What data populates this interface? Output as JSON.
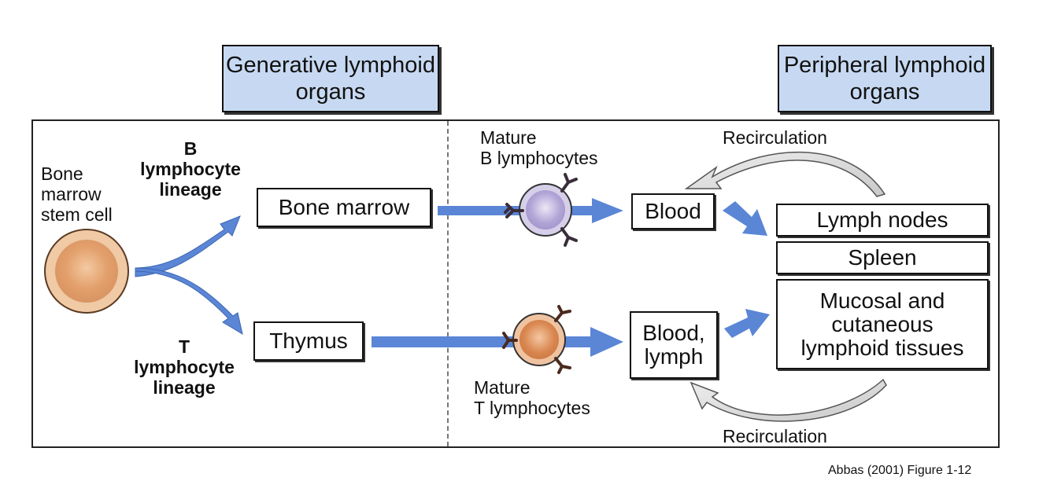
{
  "headers": {
    "generative": "Generative lymphoid organs",
    "peripheral": "Peripheral lymphoid organs"
  },
  "left": {
    "stem_cell_label": [
      "Bone",
      "marrow",
      "stem cell"
    ],
    "b_lineage": [
      "B",
      "lymphocyte",
      "lineage"
    ],
    "t_lineage": [
      "T",
      "lymphocyte",
      "lineage"
    ]
  },
  "boxes": {
    "bone_marrow": "Bone marrow",
    "thymus": "Thymus",
    "blood": "Blood",
    "blood_lymph": [
      "Blood,",
      "lymph"
    ],
    "lymph_nodes": "Lymph nodes",
    "spleen": "Spleen",
    "mucosal": [
      "Mucosal and",
      "cutaneous",
      "lymphoid tissues"
    ]
  },
  "cells": {
    "mature_b": [
      "Mature",
      "B lymphocytes"
    ],
    "mature_t": [
      "Mature",
      "T lymphocytes"
    ]
  },
  "recirculation": {
    "top": "Recirculation",
    "bottom": "Recirculation"
  },
  "caption": "Abbas (2001) Figure 1-12",
  "colors": {
    "arrow_blue": "#5b86d6",
    "header_fill": "#c7d9f2",
    "stem_cell": "#e4a571",
    "b_cell": "#b3a6d6",
    "t_cell": "#d98a55",
    "recirc_arrow": "#d6d6d6"
  }
}
